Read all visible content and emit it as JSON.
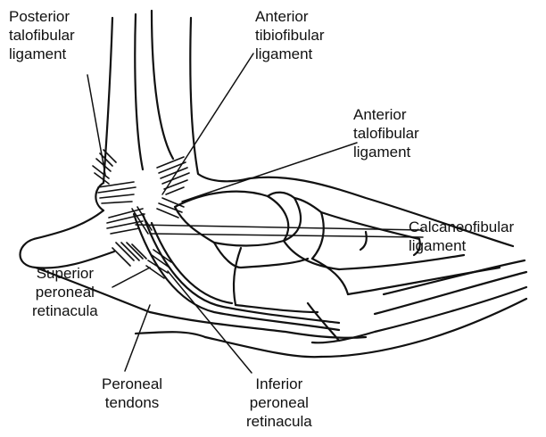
{
  "labels": {
    "posterior_talofibular": "Posterior\ntalofibular\nligament",
    "anterior_tibiofibular": "Anterior\ntibiofibular\nligament",
    "anterior_talofibular": "Anterior\ntalofibular\nligament",
    "calcaneofibular": "Calcaneofibular\nligament",
    "superior_peroneal_retinacula": "Superior\nperoneal\nretinacula",
    "peroneal_tendons": "Peroneal\ntendons",
    "inferior_peroneal_retinacula": "Inferior\nperoneal\nretinacula"
  }
}
